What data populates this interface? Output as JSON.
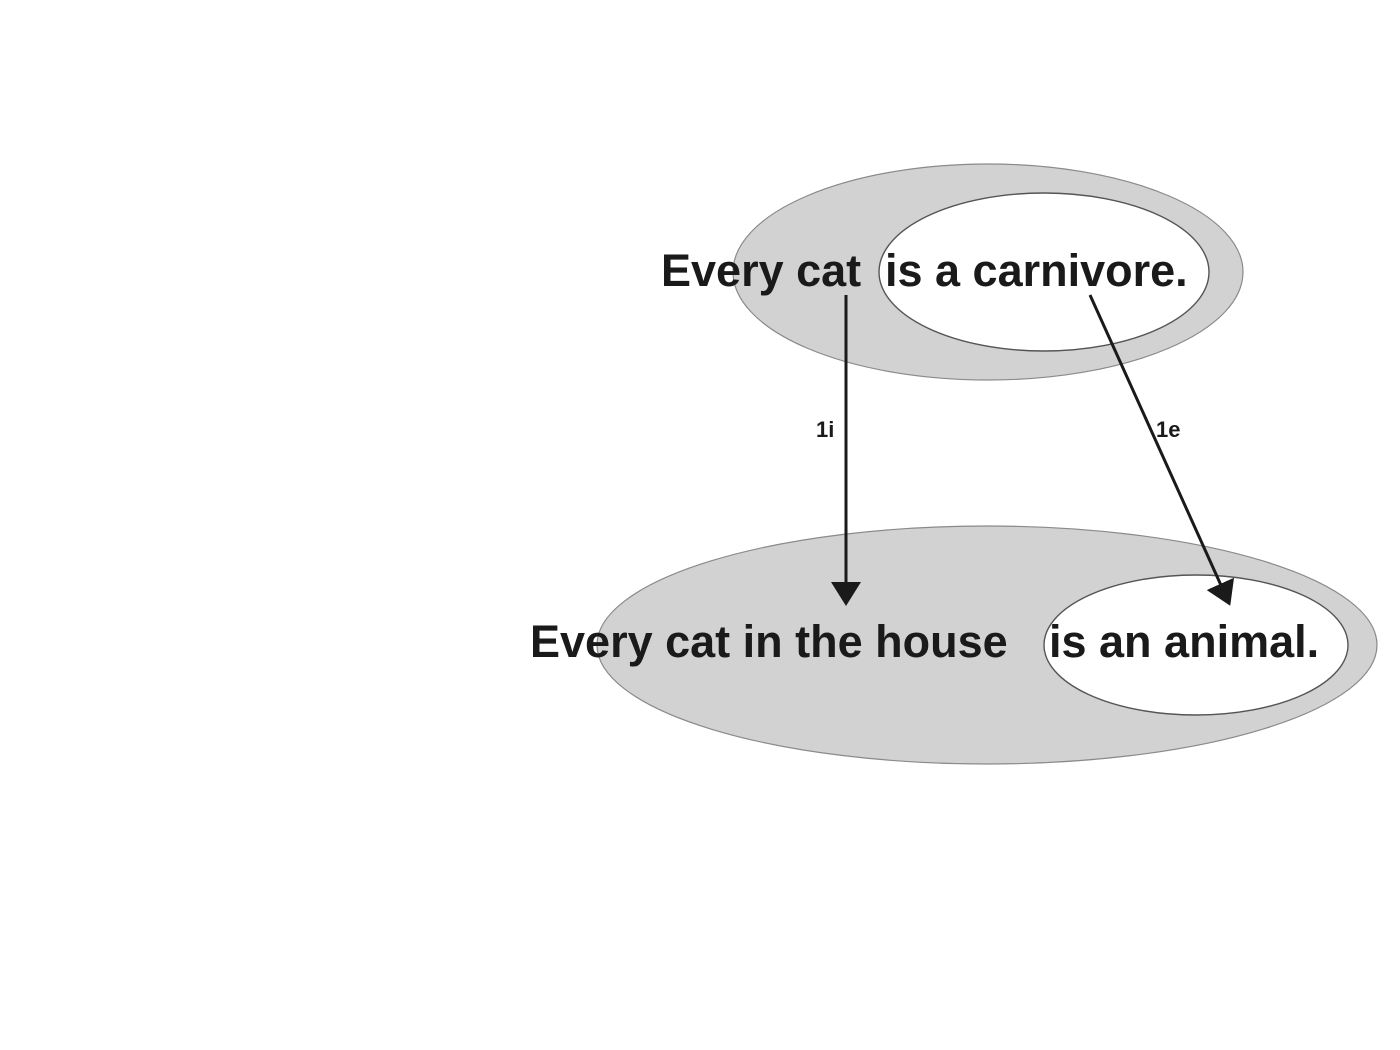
{
  "premise": {
    "subject_text": "Every cat",
    "predicate_text": "is a carnivore."
  },
  "conclusion": {
    "subject_text": "Every cat in the house",
    "predicate_text": "is an animal."
  },
  "arrows": [
    {
      "label": "1i",
      "from": "premise.subject",
      "to": "conclusion.subject"
    },
    {
      "label": "1e",
      "from": "premise.predicate",
      "to": "conclusion.predicate"
    }
  ],
  "colors": {
    "outer_fill": "#d3d2d3",
    "inner_fill": "#ffffff",
    "text": "#1a1a1a"
  }
}
